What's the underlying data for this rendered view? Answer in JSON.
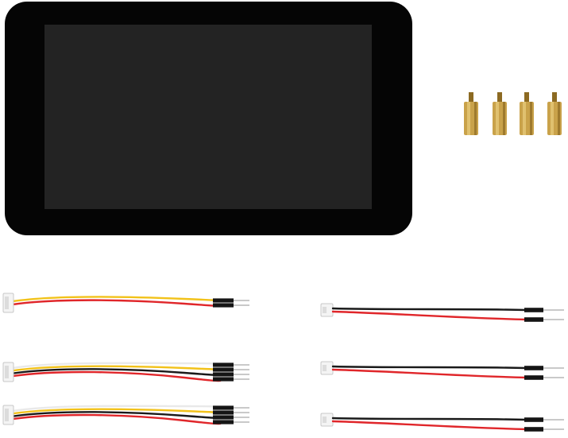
{
  "colors": {
    "frame": "#050505",
    "screen": "#232323",
    "brass": "#c9a24a",
    "brass_dark": "#8c6a22",
    "wire_red": "#e0262a",
    "wire_black": "#1a1a1a",
    "wire_yellow": "#f2c21a",
    "wire_white": "#e9e9e9",
    "connector": "#f4f4f4",
    "pin_housing": "#151515",
    "pin_metal": "#c9c9c9"
  },
  "items": {
    "display": {
      "icon": "touch-display-icon"
    },
    "standoffs": [
      {
        "icon": "brass-standoff-icon"
      },
      {
        "icon": "brass-standoff-icon"
      },
      {
        "icon": "brass-standoff-icon"
      },
      {
        "icon": "brass-standoff-icon"
      }
    ],
    "cables_left": [
      {
        "icon": "jumper-cable-3wire-icon",
        "wires": [
          "wire_yellow",
          "wire_red"
        ]
      },
      {
        "icon": "jumper-cable-4wire-icon",
        "wires": [
          "wire_white",
          "wire_yellow",
          "wire_black",
          "wire_red"
        ]
      },
      {
        "icon": "jumper-cable-4wire-icon",
        "wires": [
          "wire_white",
          "wire_yellow",
          "wire_black",
          "wire_red"
        ]
      }
    ],
    "cables_right": [
      {
        "icon": "jumper-cable-2wire-icon",
        "wires": [
          "wire_black",
          "wire_red"
        ]
      },
      {
        "icon": "jumper-cable-2wire-icon",
        "wires": [
          "wire_black",
          "wire_red"
        ]
      },
      {
        "icon": "jumper-cable-2wire-icon",
        "wires": [
          "wire_black",
          "wire_red"
        ]
      }
    ]
  }
}
